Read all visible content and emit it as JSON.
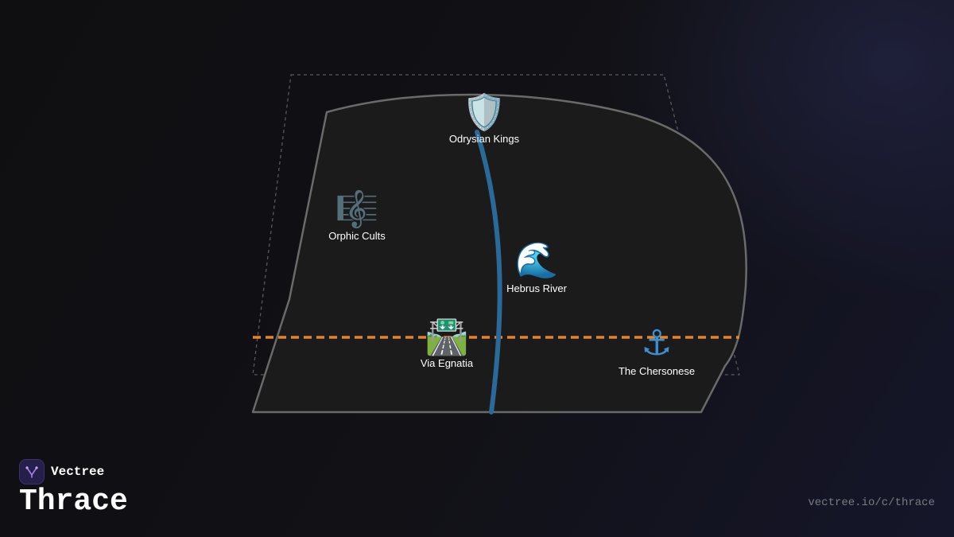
{
  "brand": {
    "name": "Vectree",
    "logo_icon": "tree-fork-icon",
    "accent": "#a77cf0"
  },
  "page": {
    "title": "Thrace",
    "url": "vectree.io/c/thrace"
  },
  "map": {
    "colors": {
      "land_fill": "#1b1b1b",
      "land_stroke": "#6a6a6a",
      "river": "#2a6a9a",
      "road": "#e8832a",
      "frame": "#5a5a5a"
    },
    "places": [
      {
        "id": "odrysian-kings",
        "label": "Odrysian Kings",
        "icon": "shield-icon",
        "glyph": "🛡️"
      },
      {
        "id": "orphic-cults",
        "label": "Orphic Cults",
        "icon": "music-score-icon",
        "glyph": "🎼"
      },
      {
        "id": "hebrus-river",
        "label": "Hebrus River",
        "icon": "wave-icon",
        "glyph": "🌊"
      },
      {
        "id": "via-egnatia",
        "label": "Via Egnatia",
        "icon": "motorway-icon",
        "glyph": "🛣️"
      },
      {
        "id": "the-chersonese",
        "label": "The Chersonese",
        "icon": "anchor-icon",
        "glyph": "⚓"
      }
    ]
  }
}
